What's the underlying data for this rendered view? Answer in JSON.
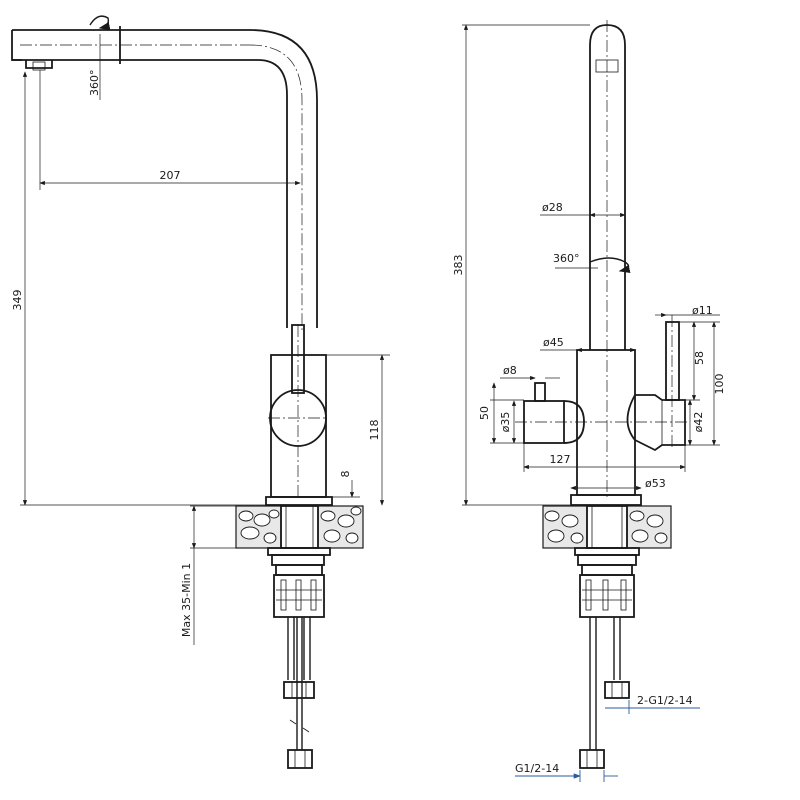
{
  "side_view": {
    "dim_swivel_angle": "360°",
    "dim_spout_reach": "207",
    "dim_total_height": "349",
    "dim_body_height": "118",
    "dim_base_height": "8",
    "dim_deck_thickness": "Max 35-Min 1"
  },
  "front_view": {
    "dim_overall_height": "383",
    "dim_spout_diameter": "ø28",
    "dim_swivel_angle": "360°",
    "dim_body_diameter": "ø45",
    "dim_button_diameter": "ø8",
    "dim_side_knob_height": "50",
    "dim_side_knob_diameter": "ø35",
    "dim_width": "127",
    "dim_lever_diameter": "ø11",
    "dim_lever_length": "58",
    "dim_lever_total": "100",
    "dim_handle_diameter": "ø42",
    "dim_base_diameter": "ø53",
    "dim_hose_thread": "2-G1/2-14",
    "dim_inlet_thread": "G1/2-14"
  },
  "colors": {
    "line": "#1a1a1a",
    "dimension_accent": "#2a5b9c",
    "background": "#ffffff"
  }
}
